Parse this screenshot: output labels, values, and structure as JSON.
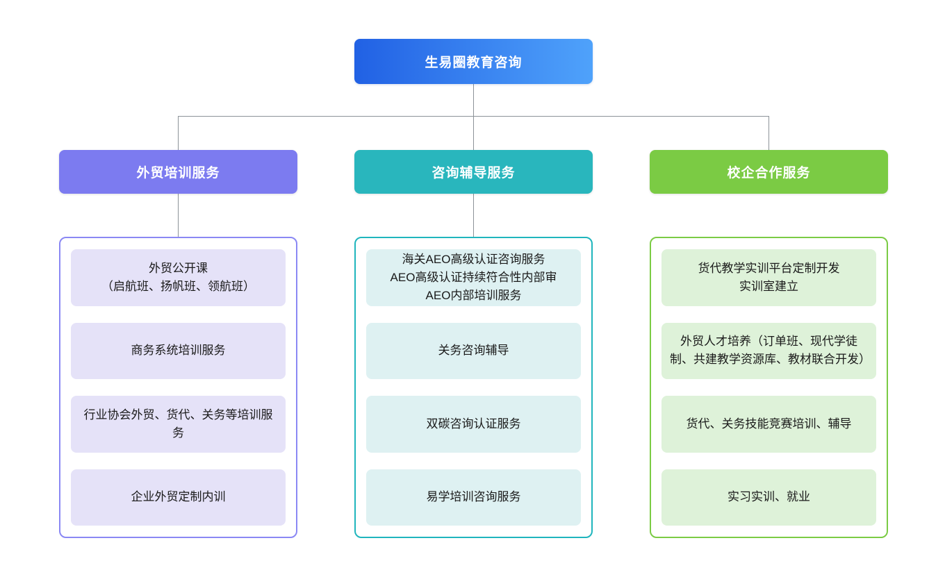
{
  "root": {
    "label": "生易圈教育咨询"
  },
  "colors": {
    "root_gradient_from": "#2161e4",
    "root_gradient_to": "#4fa2fb",
    "connector": "#8c9298",
    "text": "#1a1a1a"
  },
  "branches": [
    {
      "label": "外贸培训服务",
      "header_color": "#7c7bf0",
      "border_color": "#8a88f4",
      "item_bg": "#e5e2f8",
      "items": [
        "外贸公开课\n（启航班、扬帆班、领航班）",
        "商务系统培训服务",
        "行业协会外贸、货代、关务等培训服务",
        "企业外贸定制内训"
      ]
    },
    {
      "label": "咨询辅导服务",
      "header_color": "#29b6bd",
      "border_color": "#1fb5bd",
      "item_bg": "#def1f2",
      "items": [
        "海关AEO高级认证咨询服务\nAEO高级认证持续符合性内部审\nAEO内部培训服务",
        "关务咨询辅导",
        "双碳咨询认证服务",
        "易学培训咨询服务"
      ]
    },
    {
      "label": "校企合作服务",
      "header_color": "#7bcb44",
      "border_color": "#7bcb44",
      "item_bg": "#def2d9",
      "items": [
        "货代教学实训平台定制开发\n实训室建立",
        "外贸人才培养（订单班、现代学徒制、共建教学资源库、教材联合开发）",
        "货代、关务技能竞赛培训、辅导",
        "实习实训、就业"
      ]
    }
  ]
}
